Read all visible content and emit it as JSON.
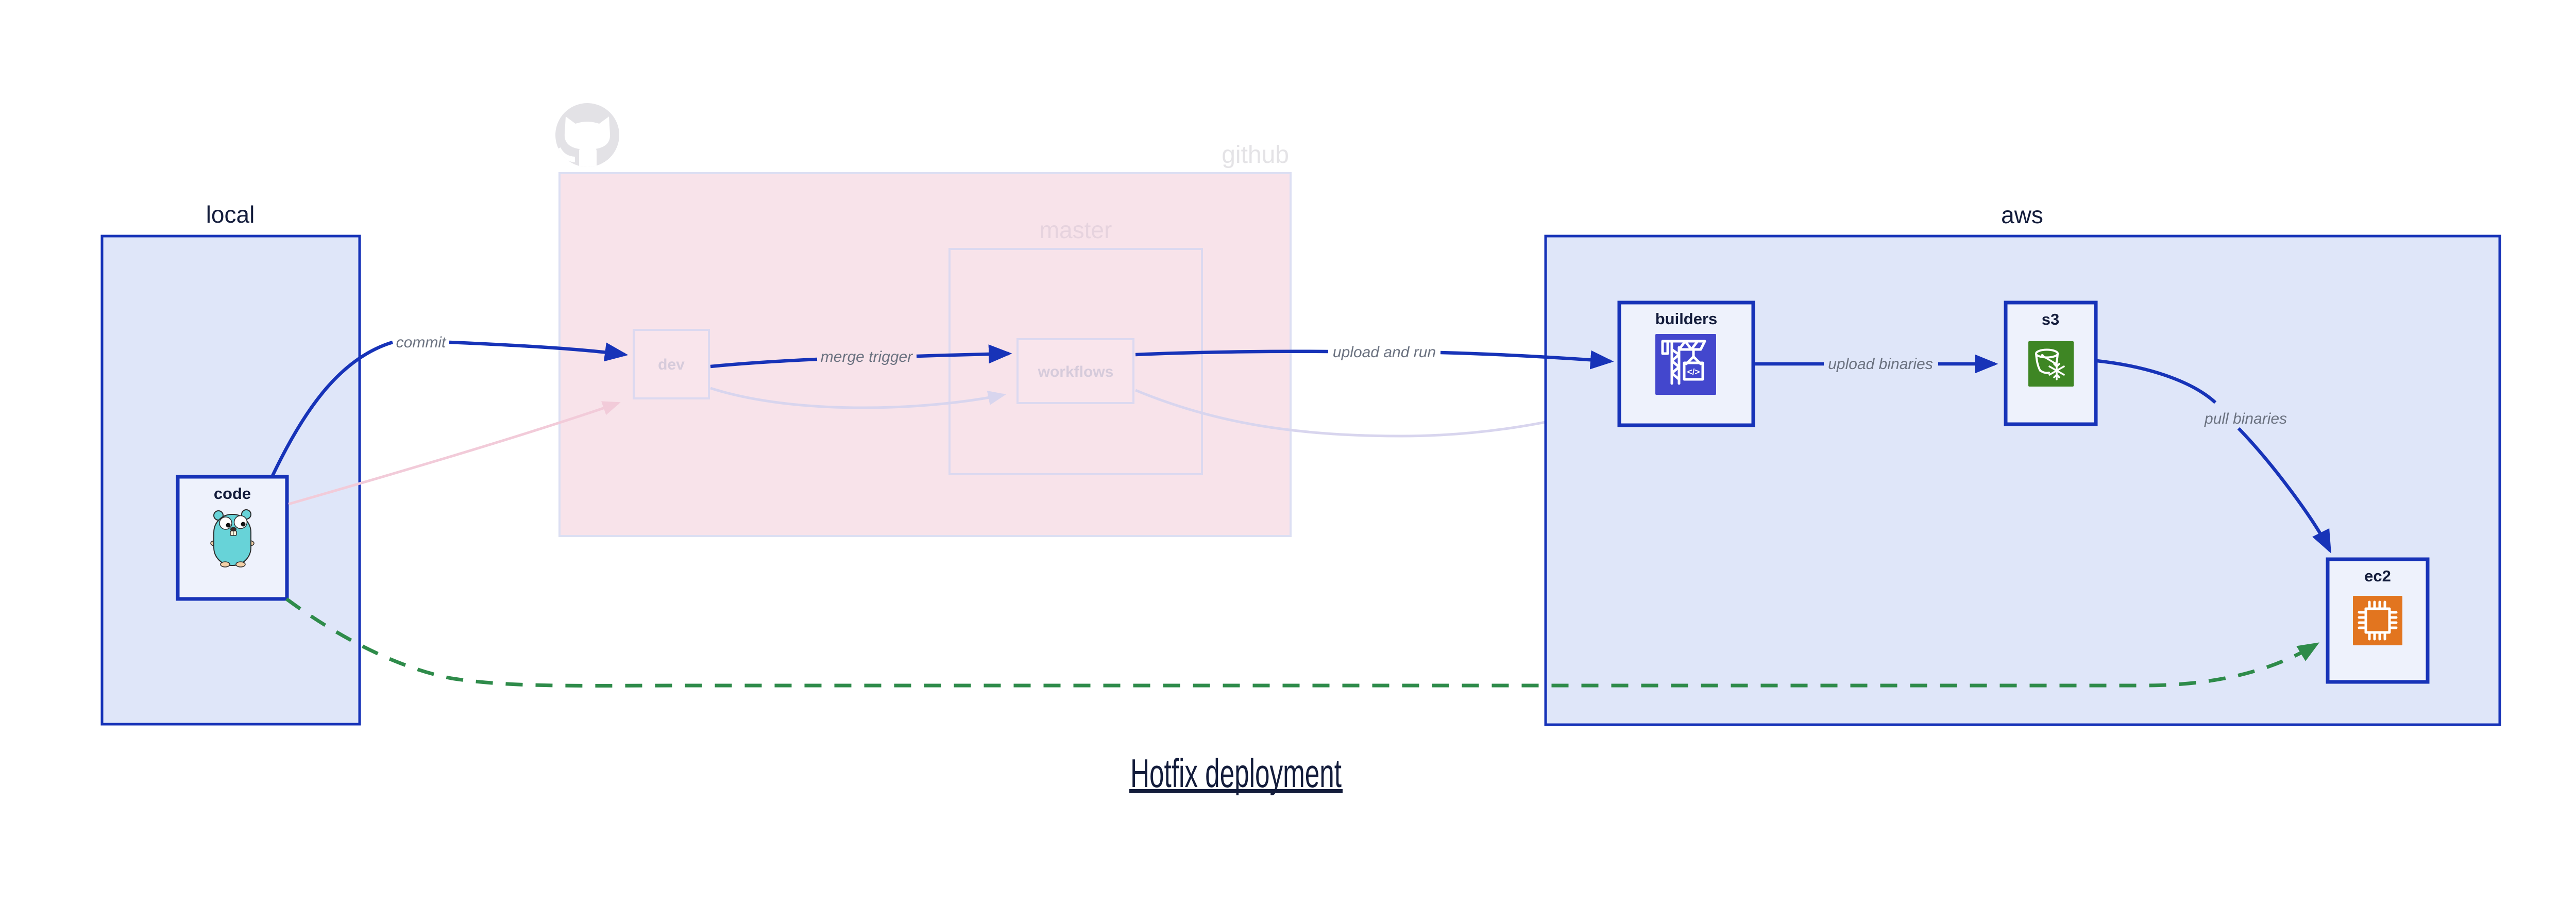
{
  "title": {
    "text": "Hotfix deployment"
  },
  "groups": {
    "local": {
      "label": "local"
    },
    "github": {
      "label": "github"
    },
    "master": {
      "label": "master"
    },
    "aws": {
      "label": "aws"
    }
  },
  "nodes": {
    "code": {
      "label": "code"
    },
    "dev": {
      "label": "dev"
    },
    "workflows": {
      "label": "workflows"
    },
    "builders": {
      "label": "builders"
    },
    "s3": {
      "label": "s3"
    },
    "ec2": {
      "label": "ec2"
    }
  },
  "edge_labels": {
    "commit": "commit",
    "merge_trigger": "merge trigger",
    "upload_and_run": "upload and run",
    "upload_binaries": "upload binaries",
    "pull_binaries": "pull binaries"
  },
  "icons": {
    "github_logo": "octocat",
    "code_node": "go-gopher",
    "builders_node": "aws-codebuild-crane",
    "s3_node": "aws-s3-glacier-bucket-snowflake",
    "ec2_node": "aws-ec2-chip",
    "builders_code_glyph": "</>"
  },
  "colors": {
    "blue": "#1733b8",
    "group_fill_blue": "#dfe6f9",
    "node_fill": "#eef2fc",
    "github_fill": "#f8e3ea",
    "faded_border": "#dcd9f0",
    "navy_text": "#131c3b",
    "faded_text": "#d6cbdb",
    "edge_label_gray": "#6b7280",
    "hotfix_green": "#2e8b4a",
    "faded_pink_edge": "#f2cbd9",
    "faded_lavender_edge": "#d8d5ee",
    "builders_icon_bg": "#4347cd",
    "s3_icon_bg": "#3e8624",
    "ec2_icon_bg": "#e2751f",
    "gopher_teal": "#67d3d8"
  }
}
